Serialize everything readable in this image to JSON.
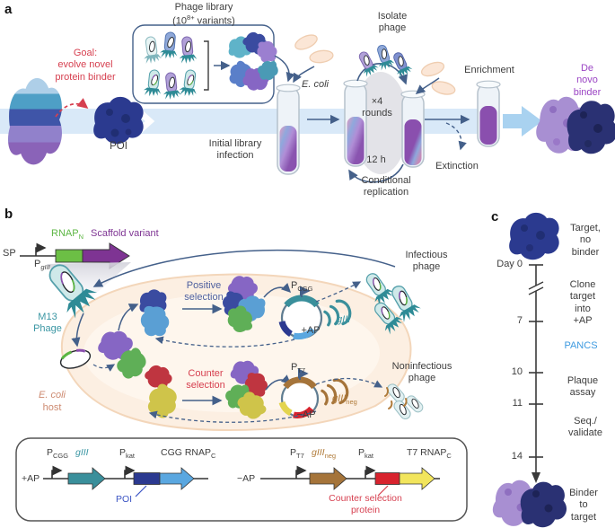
{
  "colors": {
    "accent_red": "#d63f4f",
    "binder_purple": "#9b45c4",
    "teal": "#3a96a3",
    "green": "#5cb643",
    "slate_blue": "#4e5f9e",
    "brown": "#b07b3a",
    "salmon": "#cd8a70",
    "poi_blue": "#3b54c4",
    "pancs_blue": "#3d9ae0",
    "scaffold_purple": "#7e3493",
    "flow_band": "#d9e9f8",
    "cycle_gray": "#e3e3e8",
    "cell_fill": "#fcefe2",
    "navy": "#2b3990"
  },
  "panel_a": {
    "letter": "a",
    "goal": "Goal:\nevolve novel\nprotein binder",
    "poi": "POI",
    "library_title": "Phage library",
    "variants_pre": "(10",
    "variants_sup": "8+",
    "variants_post": " variants)",
    "ecoli": "E. coli",
    "initial_infection": "Initial library\ninfection",
    "isolate": "Isolate\nphage",
    "rounds": "×4\nrounds",
    "hours": "12 h",
    "conditional": "Conditional\nreplication",
    "extinction": "Extinction",
    "enrichment": "Enrichment",
    "de_novo": "De novo\nbinder"
  },
  "panel_b": {
    "letter": "b",
    "sp": "SP",
    "p_glll": {
      "base": "P",
      "sub": "gIII"
    },
    "rnap_n": {
      "base": "RNAP",
      "sub": "N"
    },
    "scaffold": "Scaffold variant",
    "m13": "M13\nPhage",
    "positive": "Positive\nselection",
    "counter": "Counter\nselection",
    "ecoli_line1": "E. coli",
    "ecoli_line2": "host",
    "p_cgg": {
      "base": "P",
      "sub": "CGG"
    },
    "plus_ap": "+AP",
    "glll": "gIII",
    "infectious": "Infectious\nphage",
    "p_t7": {
      "base": "P",
      "sub": "T7"
    },
    "minus_ap": "−AP",
    "glll_neg": {
      "base": "gIII",
      "sub": "neg"
    },
    "noninfectious": "Noninfectious\nphage",
    "box": {
      "plus_ap": "+AP",
      "p_cgg": {
        "base": "P",
        "sub": "CGG"
      },
      "glll": "gIII",
      "p_kat": {
        "base": "P",
        "sub": "kat"
      },
      "cgg_rnap": {
        "base": "CGG RNAP",
        "sub": "C"
      },
      "poi": "POI",
      "minus_ap": "−AP",
      "p_t7": {
        "base": "P",
        "sub": "T7"
      },
      "glll_neg": {
        "base": "gIII",
        "sub": "neg"
      },
      "p_kat2": {
        "base": "P",
        "sub": "kat"
      },
      "t7_rnap": {
        "base": "T7 RNAP",
        "sub": "C"
      },
      "counter_protein": "Counter selection\nprotein"
    }
  },
  "panel_c": {
    "letter": "c",
    "target": "Target,\nno binder",
    "day0": "Day 0",
    "clone": "Clone target\ninto +AP",
    "d7": "7",
    "pancs": "PANCS",
    "d10": "10",
    "plaque": "Plaque\nassay",
    "d11": "11",
    "seq": "Seq./\nvalidate",
    "d14": "14",
    "binder": "Binder to\ntarget"
  }
}
